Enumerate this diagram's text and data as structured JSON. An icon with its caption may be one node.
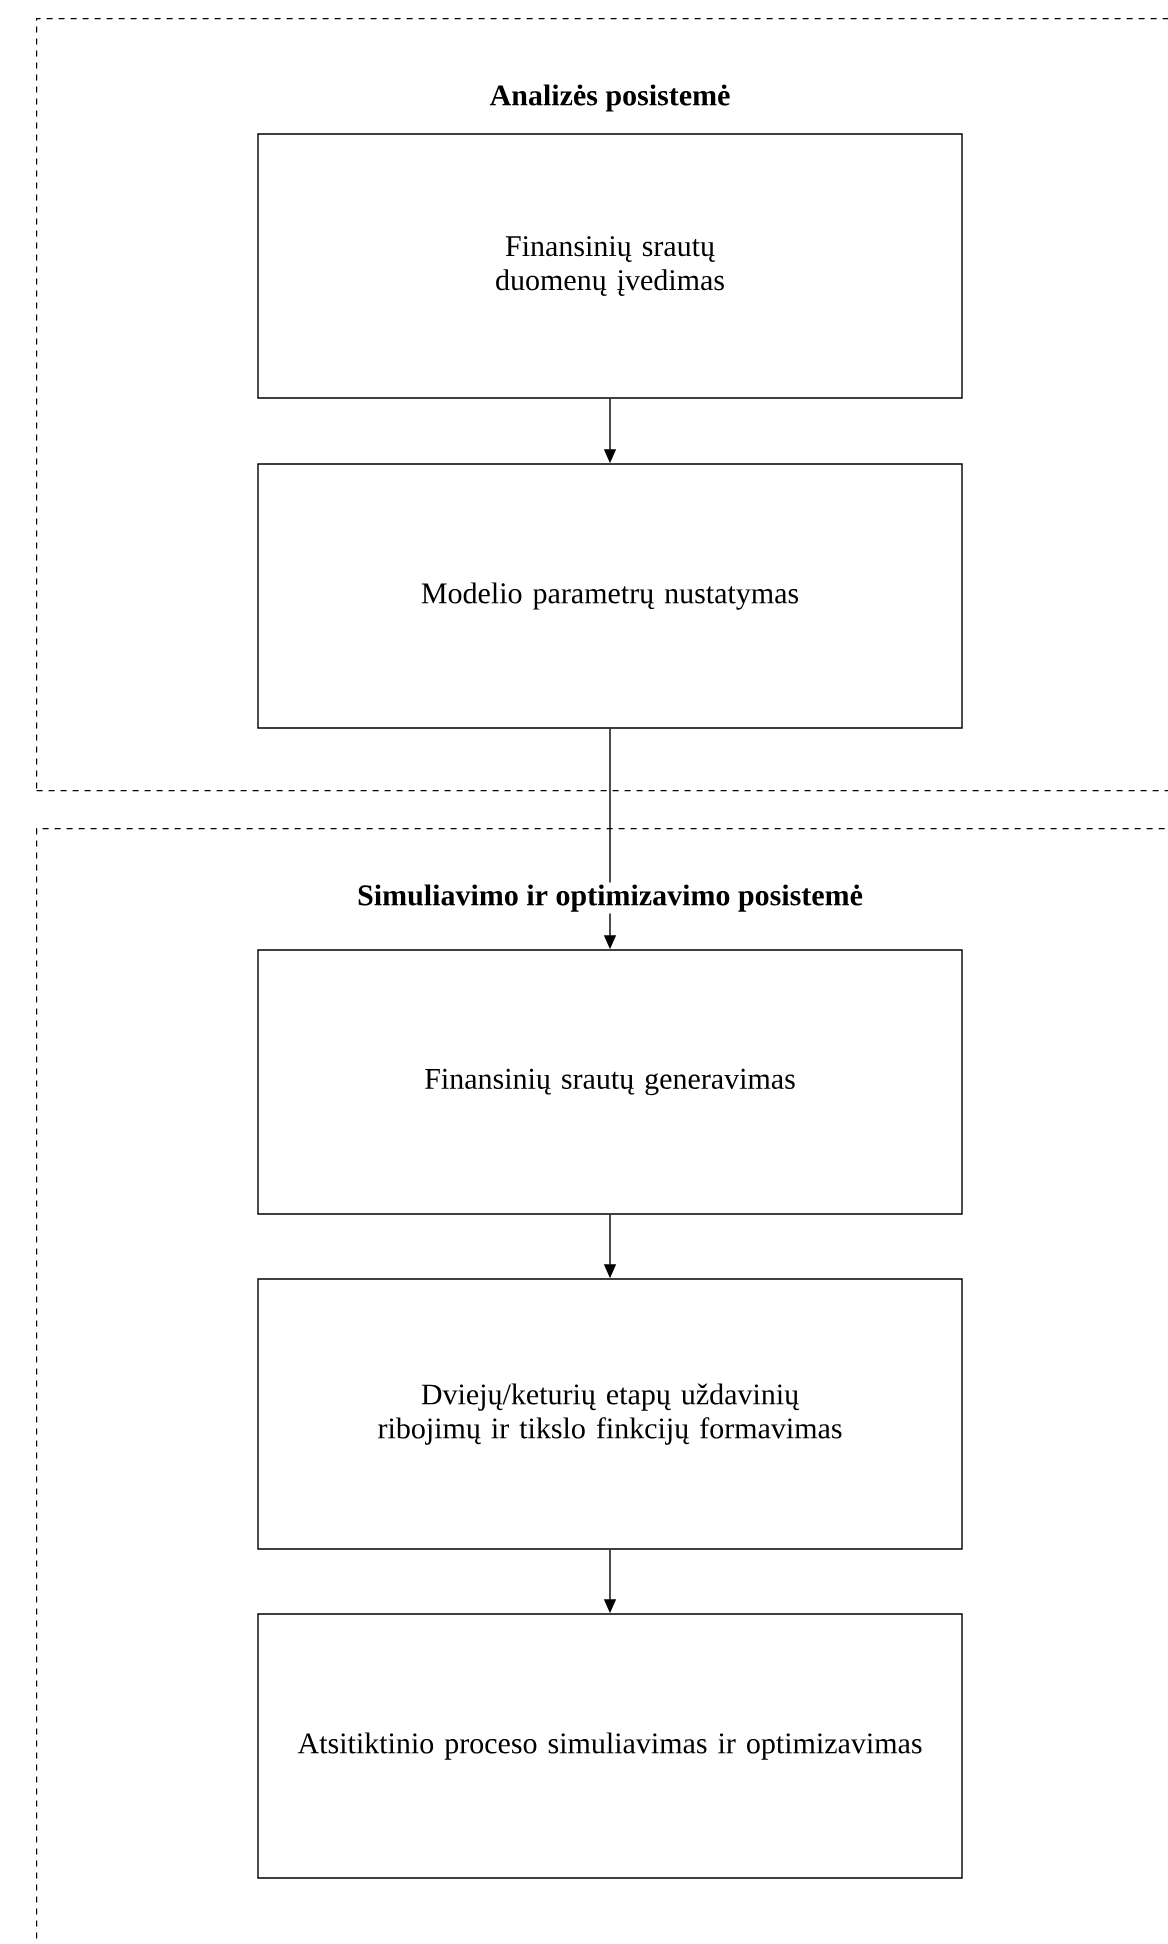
{
  "diagram": {
    "nodes": [
      {
        "text": [
          "Analizės posistemė"
        ]
      },
      {
        "text": [
          "Finansinių srautų duomenų įvedimas"
        ],
        "in": 0
      },
      {
        "text": [
          "Modelio parametrų nustatymas"
        ],
        "in": 0
      },
      {
        "text": [
          "Simuliavimo ir optimizavimo posistemė"
        ]
      },
      {
        "text": [
          "Finansinių srautų generavimas"
        ],
        "in": 3
      },
      {
        "text": [
          "Dviejų/keturių etapų uždavinių ribojimų ir tikslo finkcijų formavimas"
        ],
        "in": 3
      },
      {
        "text": [
          "Atsitiktinio proceso simuliavimas ir optimizavimas"
        ],
        "in": 3
      }
    ],
    "edges": [
      {
        "from": 1,
        "to": 2,
        "arrow": "to"
      },
      {
        "from": 2,
        "to": 4,
        "arrow": "to"
      },
      {
        "from": 4,
        "to": 5,
        "arrow": "to"
      },
      {
        "from": 5,
        "to": 6,
        "arrow": "to"
      }
    ]
  }
}
